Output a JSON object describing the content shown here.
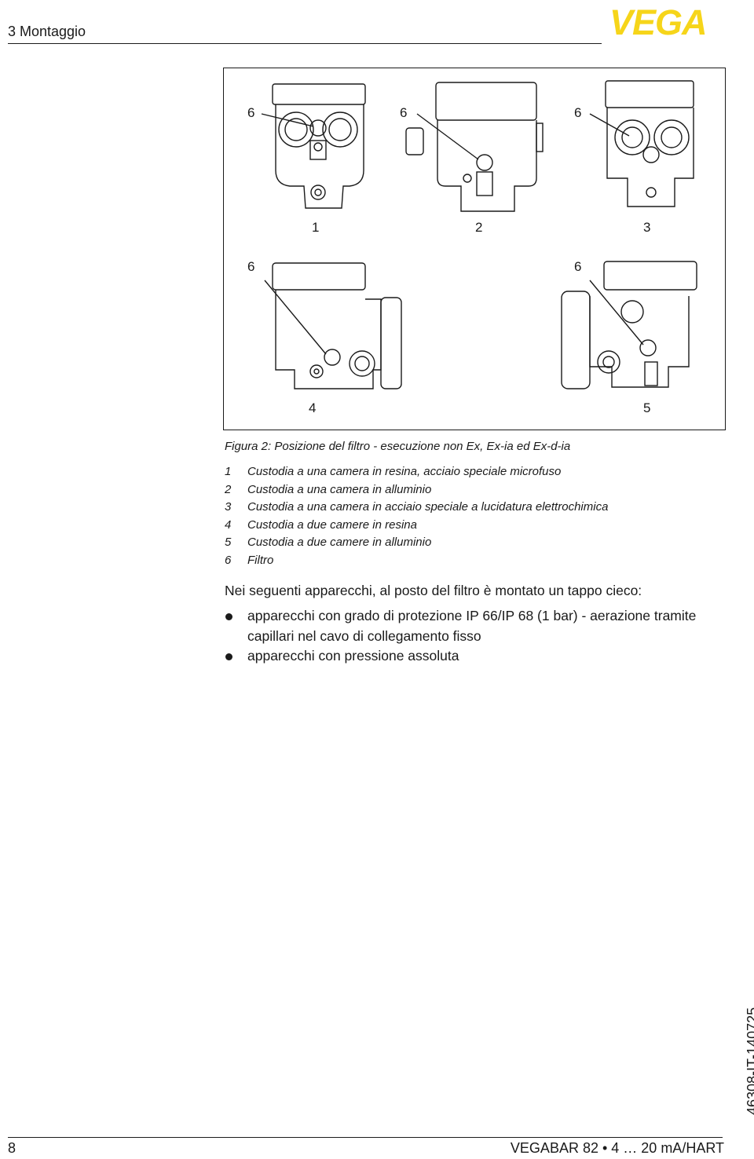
{
  "header": {
    "section": "3 Montaggio",
    "logo_text": "VEGA",
    "logo_color": "#f6d51a"
  },
  "figure": {
    "callouts": {
      "filter": "6",
      "housing_1": "1",
      "housing_2": "2",
      "housing_3": "3",
      "housing_4": "4",
      "housing_5": "5"
    },
    "caption": "Figura 2: Posizione del filtro - esecuzione non Ex, Ex-ia ed Ex-d-ia",
    "legend": [
      {
        "num": "1",
        "text": "Custodia a una camera in resina, acciaio speciale microfuso"
      },
      {
        "num": "2",
        "text": "Custodia a una camera in alluminio"
      },
      {
        "num": "3",
        "text": "Custodia a una camera in acciaio speciale a lucidatura elettrochimica"
      },
      {
        "num": "4",
        "text": "Custodia a due camere in resina"
      },
      {
        "num": "5",
        "text": "Custodia a due camere in alluminio"
      },
      {
        "num": "6",
        "text": "Filtro"
      }
    ]
  },
  "body": {
    "paragraph": "Nei seguenti apparecchi, al posto del filtro è montato un tappo cieco:",
    "bullets": [
      "apparecchi con grado di protezione IP 66/IP 68 (1 bar) - aerazione tramite capillari nel cavo di collegamento fisso",
      "apparecchi con pressione assoluta"
    ]
  },
  "footer": {
    "page_number": "8",
    "title": "VEGABAR 82 • 4 … 20 mA/HART",
    "doc_code": "46308-IT-140725"
  }
}
